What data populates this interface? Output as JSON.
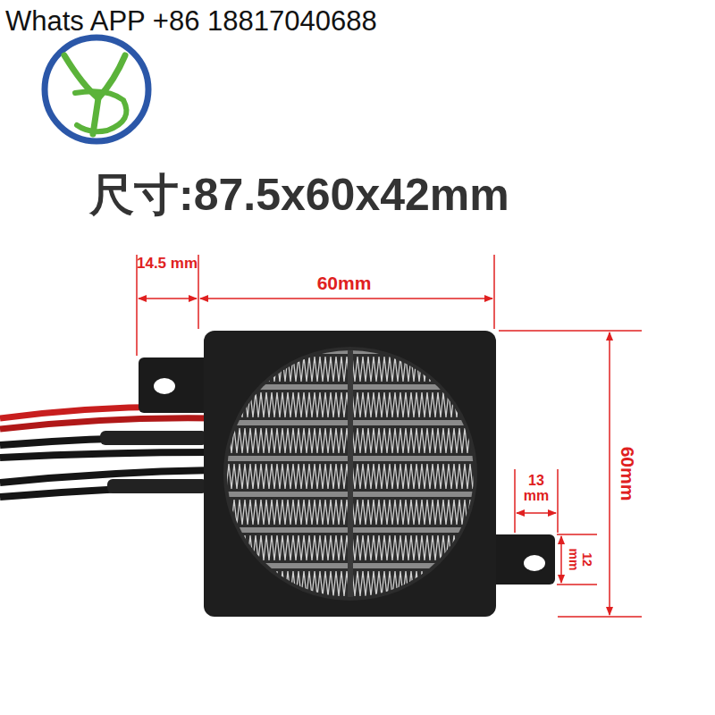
{
  "diagram": {
    "title": "尺寸:87.5x60x42mm",
    "labels": [
      "Whats APP +86 18817040688",
      "14.5 mm",
      "60mm",
      "13 mm",
      "12 mm",
      "60mm"
    ]
  }
}
